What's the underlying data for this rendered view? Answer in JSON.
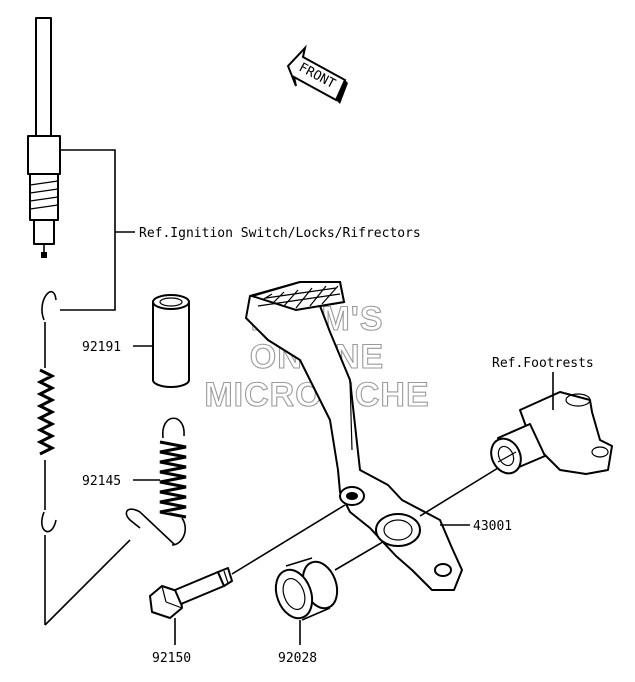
{
  "labels": {
    "front": "FRONT",
    "ref_ignition": "Ref.Ignition Switch/Locks/Rifrectors",
    "ref_footrests": "Ref.Footrests",
    "part_92191": "92191",
    "part_92145": "92145",
    "part_92150": "92150",
    "part_92028": "92028",
    "part_43001": "43001"
  },
  "watermark": {
    "line1": "HLSM'S",
    "line2": "ONLINE",
    "line3": "MICROFICHE"
  },
  "colors": {
    "line": "#000000",
    "watermark": "#9a9a9a",
    "background": "#ffffff"
  }
}
